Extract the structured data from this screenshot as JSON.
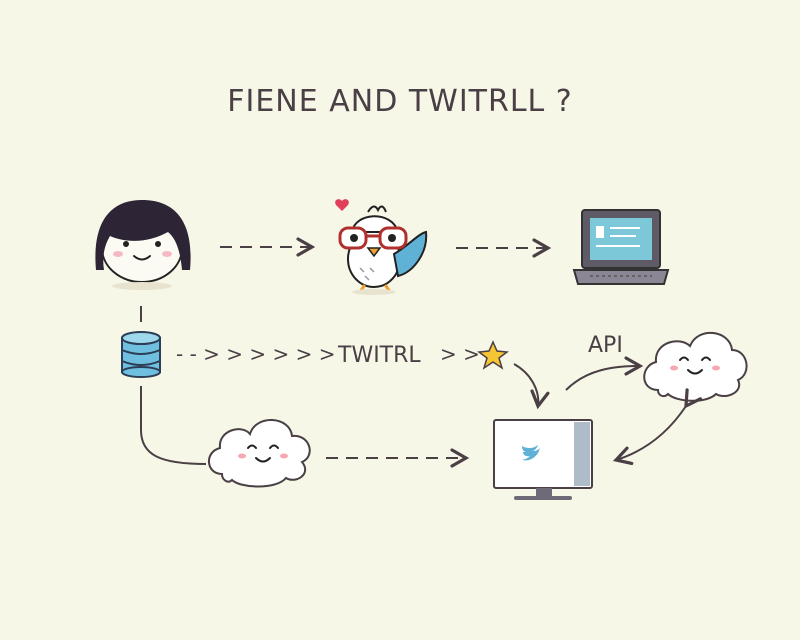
{
  "diagram": {
    "title": "FIENE AND TWITRLL ?",
    "labels": {
      "middle_flow": "TWITRL",
      "api": "API",
      "middle_arrows_left": "- - > > > > > >",
      "middle_arrows_right": "> >"
    },
    "nodes": [
      {
        "id": "person",
        "kind": "person-icon"
      },
      {
        "id": "bird",
        "kind": "twitter-bird-icon"
      },
      {
        "id": "laptop",
        "kind": "laptop-icon"
      },
      {
        "id": "database",
        "kind": "database-icon"
      },
      {
        "id": "star",
        "kind": "star-icon"
      },
      {
        "id": "cloud-left",
        "kind": "cloud-icon"
      },
      {
        "id": "cloud-right",
        "kind": "cloud-icon"
      },
      {
        "id": "monitor",
        "kind": "monitor-icon"
      }
    ],
    "colors": {
      "ink": "#4a3f45",
      "accent_blue": "#5fb1d6",
      "database_blue": "#6fc0e0",
      "star_yellow": "#f5c534",
      "heart_red": "#e0405a",
      "background": "#f7f7e8"
    }
  }
}
